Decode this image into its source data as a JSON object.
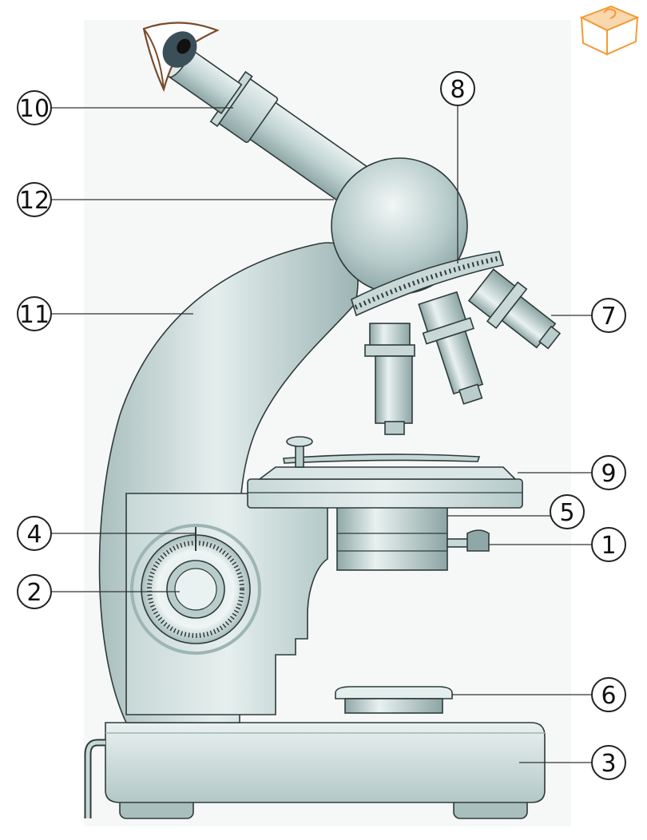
{
  "diagram": {
    "subject": "light microscope",
    "callouts": [
      {
        "id": "10",
        "label": "10"
      },
      {
        "id": "12",
        "label": "12"
      },
      {
        "id": "11",
        "label": "11"
      },
      {
        "id": "8",
        "label": "8"
      },
      {
        "id": "7",
        "label": "7"
      },
      {
        "id": "9",
        "label": "9"
      },
      {
        "id": "5",
        "label": "5"
      },
      {
        "id": "1",
        "label": "1"
      },
      {
        "id": "4",
        "label": "4"
      },
      {
        "id": "2",
        "label": "2"
      },
      {
        "id": "6",
        "label": "6"
      },
      {
        "id": "3",
        "label": "3"
      }
    ]
  },
  "logo": {
    "icon": "box-question-icon",
    "color": "#f39a35"
  },
  "colors": {
    "body_light": "#dfe9e8",
    "body_mid": "#b7cbca",
    "body_dark": "#8aa3a3",
    "outline": "#2f3a3a"
  }
}
